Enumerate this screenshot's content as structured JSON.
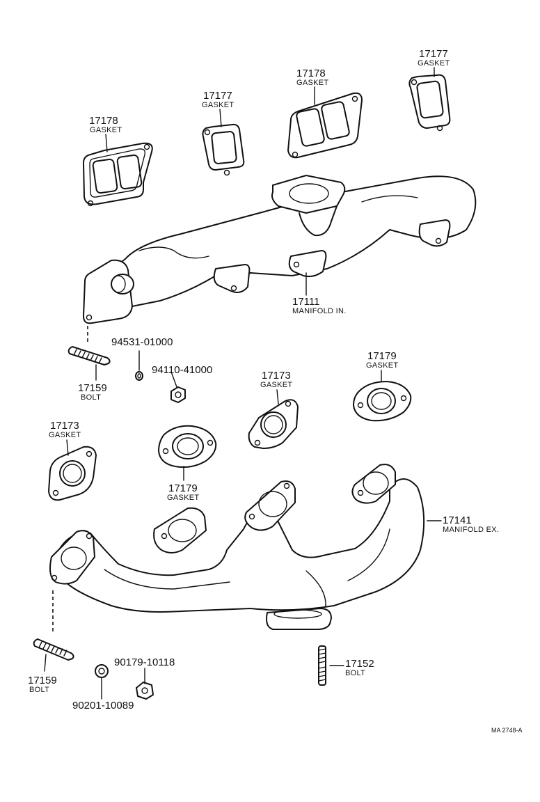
{
  "parts": {
    "gasket_17178_left": {
      "number": "17178",
      "caption": "GASKET"
    },
    "gasket_17177_left": {
      "number": "17177",
      "caption": "GASKET"
    },
    "gasket_17178_right": {
      "number": "17178",
      "caption": "GASKET"
    },
    "gasket_17177_right": {
      "number": "17177",
      "caption": "GASKET"
    },
    "manifold_in": {
      "number": "17111",
      "caption": "MANIFOLD IN."
    },
    "washer_94531": {
      "number": "94531-01000"
    },
    "nut_94110": {
      "number": "94110-41000"
    },
    "bolt_17159_top": {
      "number": "17159",
      "caption": "BOLT"
    },
    "gasket_17173_mid": {
      "number": "17173",
      "caption": "GASKET"
    },
    "gasket_17179_right": {
      "number": "17179",
      "caption": "GASKET"
    },
    "gasket_17173_left": {
      "number": "17173",
      "caption": "GASKET"
    },
    "gasket_17179_mid": {
      "number": "17179",
      "caption": "GASKET"
    },
    "manifold_ex": {
      "number": "17141",
      "caption": "MANIFOLD EX."
    },
    "bolt_17159_bottom": {
      "number": "17159",
      "caption": "BOLT"
    },
    "nut_90179": {
      "number": "90179-10118"
    },
    "washer_90201": {
      "number": "90201-10089"
    },
    "bolt_17152": {
      "number": "17152",
      "caption": "BOLT"
    }
  },
  "reference_code": "MA 2748-A"
}
